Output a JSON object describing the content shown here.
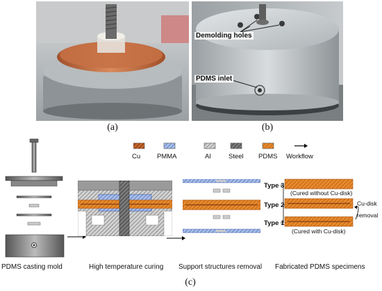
{
  "panel_a": {
    "caption": "(a)"
  },
  "panel_b": {
    "caption": "(b)",
    "label_demolding": "Demolding holes",
    "label_inlet": "PDMS inlet"
  },
  "panel_c": {
    "caption": "(c)",
    "legend": [
      {
        "label": "Cu",
        "color": "#c8652a",
        "pattern": "hatch-dark"
      },
      {
        "label": "PMMA",
        "color": "#9fb5e6",
        "pattern": "hatch-blue"
      },
      {
        "label": "Al",
        "color": "#bdbdbd",
        "pattern": "hatch-grey"
      },
      {
        "label": "Steel",
        "color": "#6b6b6b",
        "pattern": "hatch-steel"
      },
      {
        "label": "PDMS",
        "color": "#e8892c",
        "pattern": "hatch-orange"
      },
      {
        "label": "Workflow",
        "icon": "arrow-right-icon"
      }
    ],
    "steps": [
      "PDMS casting mold",
      "High temperature curing",
      "Support structures removal",
      "Fabricated PDMS specimens"
    ],
    "types": [
      "Type 3",
      "Type 2",
      "Type 1"
    ],
    "notes": [
      "(Cured without Cu-disk)",
      "(Cured with Cu-disk)",
      "Cu-disk",
      "removal"
    ]
  }
}
